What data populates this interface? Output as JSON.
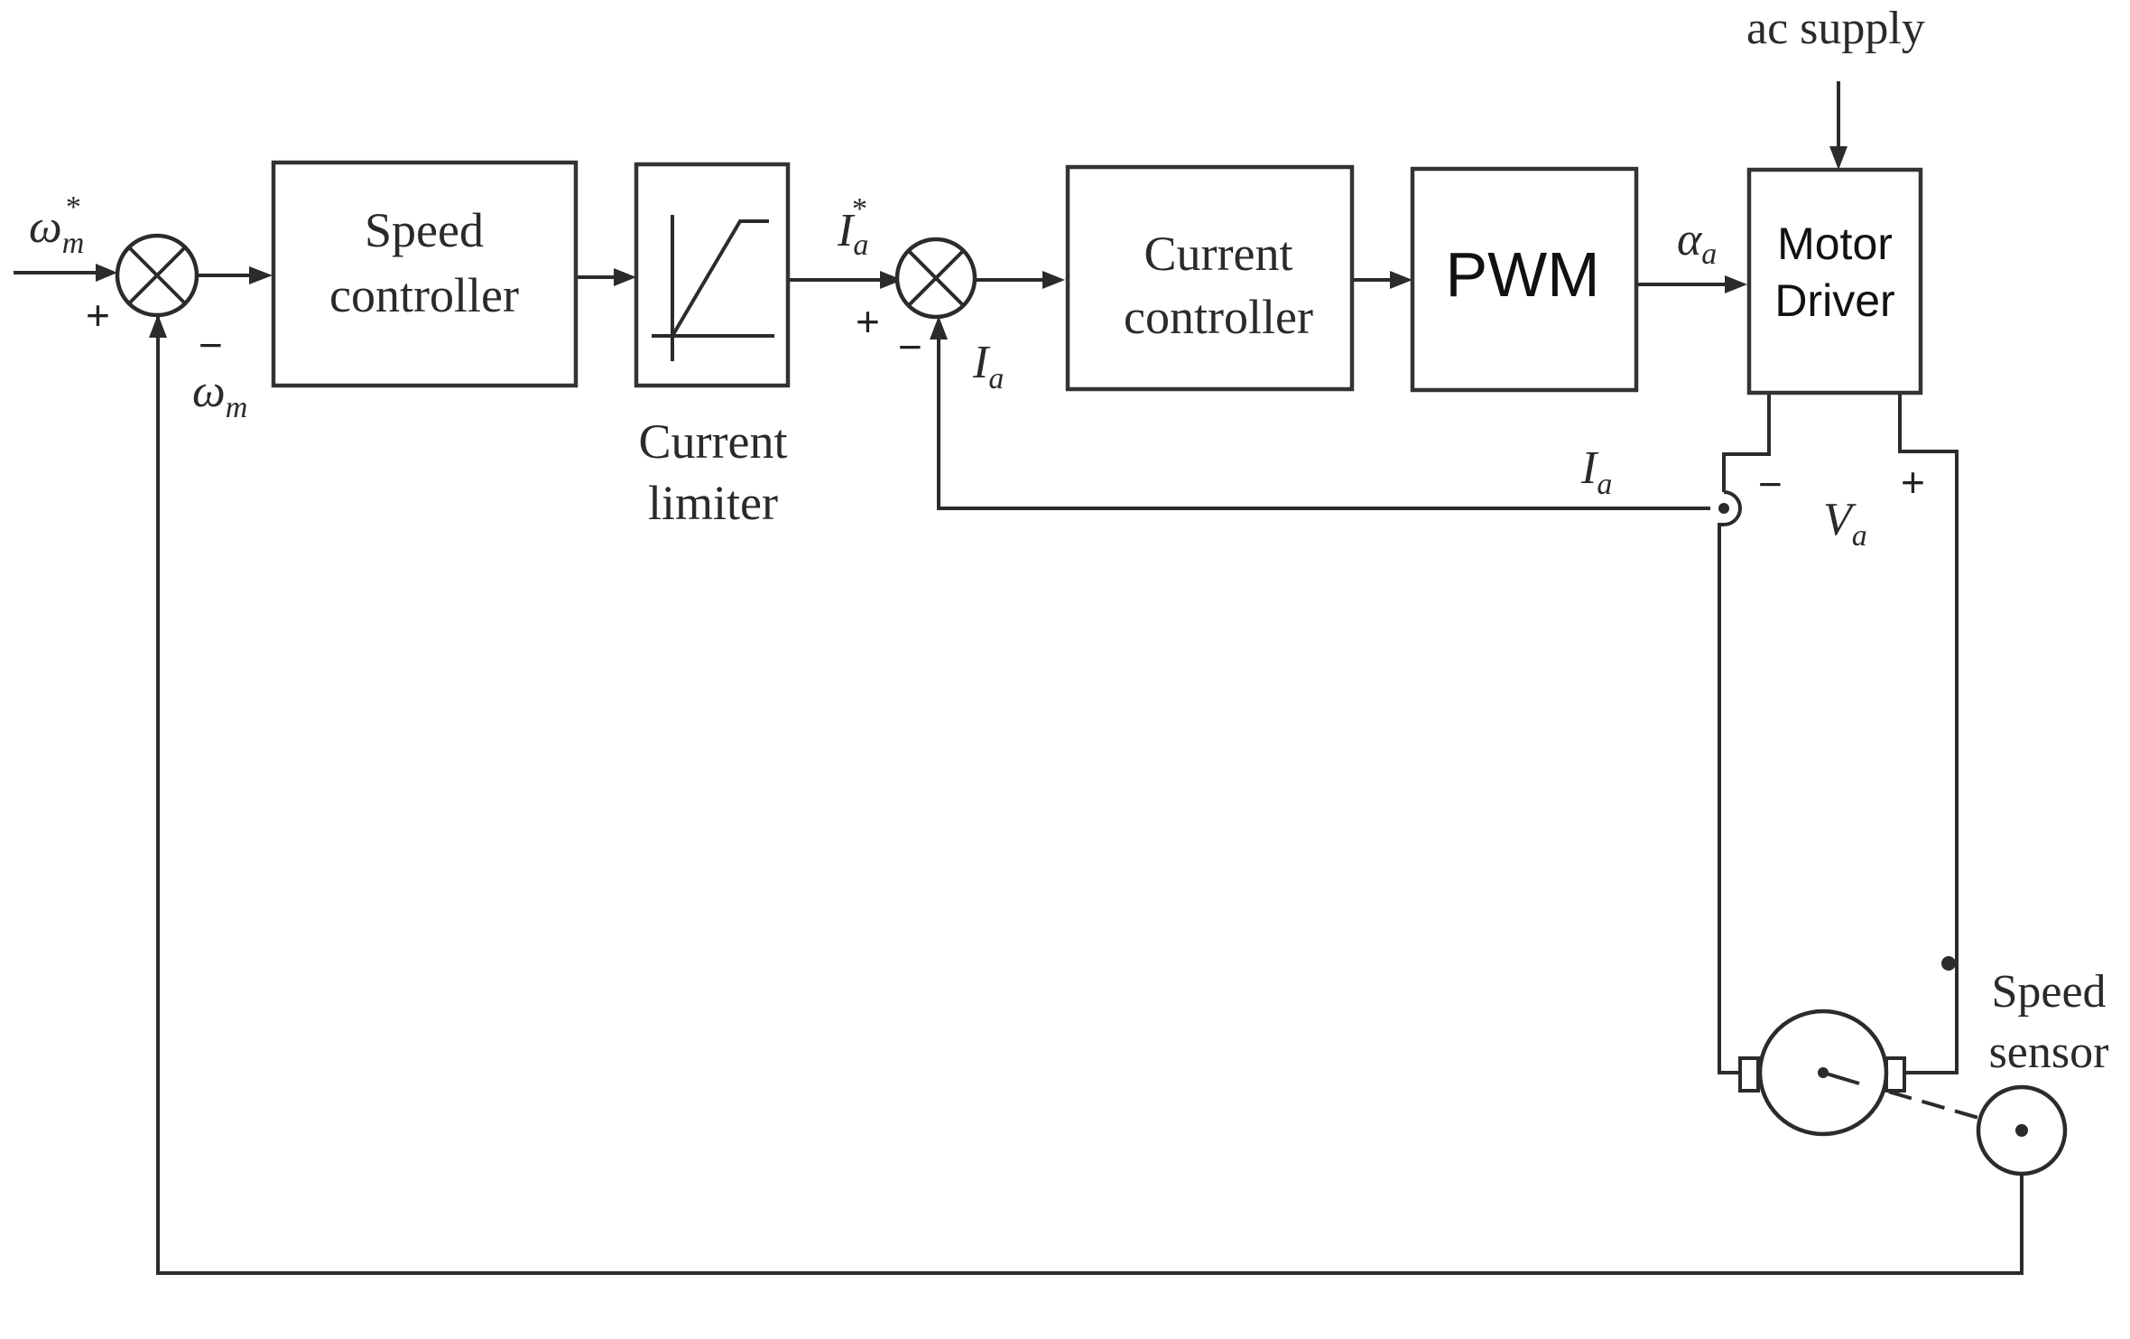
{
  "blocks": {
    "speed_controller": [
      "Speed",
      "controller"
    ],
    "current_limiter": [
      "Current",
      "limiter"
    ],
    "current_controller": [
      "Current",
      "controller"
    ],
    "pwm": "PWM",
    "motor_driver": [
      "Motor",
      "Driver"
    ]
  },
  "labels": {
    "ac_supply": "ac supply",
    "speed_sensor": [
      "Speed",
      "sensor"
    ],
    "omega_ref_main": "ω",
    "omega_ref_sub": "m",
    "omega_ref_sup": "*",
    "omega_fb_main": "ω",
    "omega_fb_sub": "m",
    "ia_ref_main": "I",
    "ia_ref_sub": "a",
    "ia_ref_sup": "*",
    "ia_fb_main": "I",
    "ia_fb_sub": "a",
    "ia_line_main": "I",
    "ia_line_sub": "a",
    "alpha_main": "α",
    "alpha_sub": "a",
    "va_main": "V",
    "va_sub": "a"
  },
  "signs": {
    "sum1_plus": "+",
    "sum1_minus": "−",
    "sum2_plus": "+",
    "sum2_minus": "−",
    "va_minus": "−",
    "va_plus": "+"
  }
}
